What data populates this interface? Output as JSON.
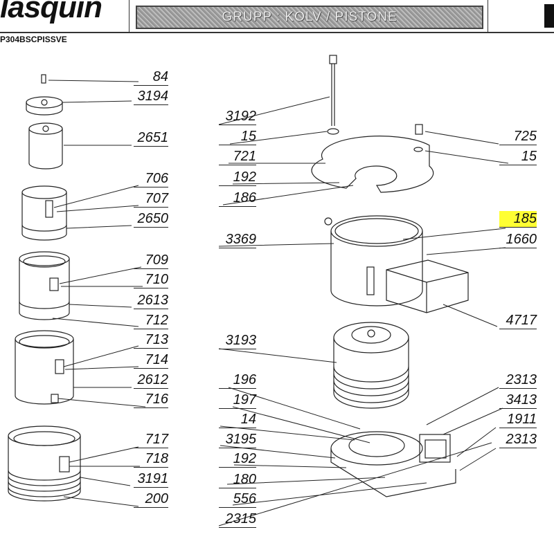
{
  "header": {
    "logo_text": "lasquin",
    "title": "GRUPP : KOLV / PISTONE",
    "doc_code": "P304BSCPISSVE"
  },
  "labels": {
    "left": [
      "84",
      "3194",
      "2651",
      "706",
      "707",
      "2650",
      "709",
      "710",
      "2613",
      "712",
      "713",
      "714",
      "2612",
      "716",
      "717",
      "718",
      "3191",
      "200"
    ],
    "middle": [
      "3192",
      "15",
      "721",
      "192",
      "186",
      "3369",
      "3193",
      "196",
      "197",
      "14",
      "3195",
      "192",
      "180",
      "556",
      "2315"
    ],
    "right": [
      "725",
      "15",
      "185",
      "1660",
      "4717",
      "2313",
      "3413",
      "1911",
      "2313"
    ]
  },
  "highlight": {
    "label": "185",
    "color": "#ffff33"
  }
}
